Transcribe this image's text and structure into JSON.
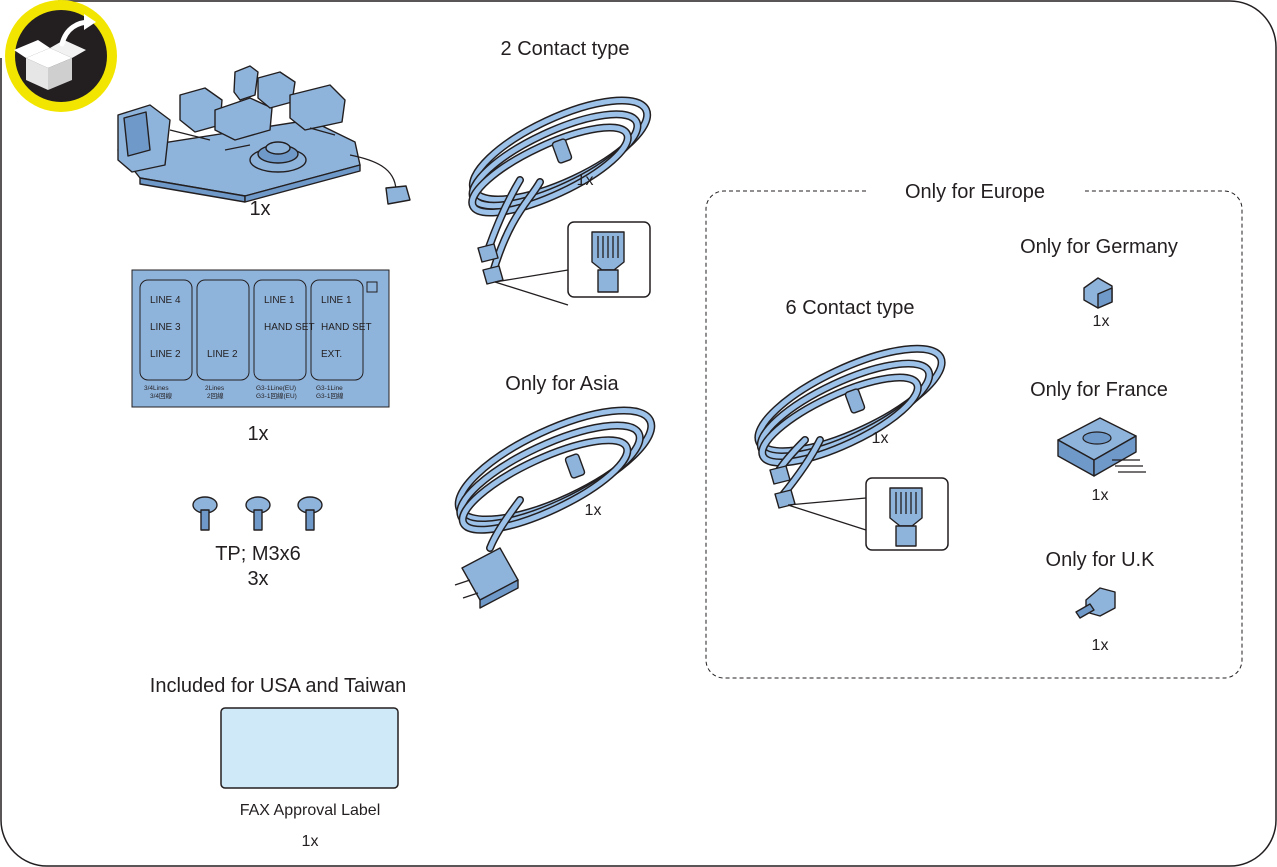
{
  "unpack_icon": "open-box-icon",
  "parts": {
    "fax_board": {
      "qty": "1x"
    },
    "line_label": {
      "qty": "1x",
      "line4": "LINE 4",
      "line3": "LINE 3",
      "line2a": "LINE 2",
      "line2b": "LINE 2",
      "line1a": "LINE 1",
      "line1b": "LINE 1",
      "hand_a": "HAND SET",
      "hand_b": "HAND SET",
      "ext": "EXT.",
      "opt4": "3/4Lines",
      "opt4b": "3/4回線",
      "opt3": "2Lines",
      "opt3b": "2回線",
      "opt2": "G3-1Line(EU)",
      "opt2b": "G3-1回線(EU)",
      "opt1": "G3-1Line",
      "opt1b": "G3-1回線"
    },
    "screws": {
      "spec": "TP; M3x6",
      "qty": "3x"
    },
    "cable_2contact": {
      "title": "2 Contact type",
      "qty": "1x"
    },
    "cable_asia": {
      "title": "Only for Asia",
      "qty": "1x"
    },
    "europe": {
      "title": "Only for Europe",
      "cable_6contact": {
        "title": "6 Contact type",
        "qty": "1x"
      },
      "germany": {
        "title": "Only for Germany",
        "qty": "1x"
      },
      "france": {
        "title": "Only for France",
        "qty": "1x"
      },
      "uk": {
        "title": "Only for U.K",
        "qty": "1x"
      }
    },
    "usa_label": {
      "title": "Included for USA and Taiwan",
      "name": "FAX Approval Label",
      "qty": "1x"
    }
  },
  "colors": {
    "part_fill": "#8fb4dc",
    "label_fill": "#cfe9f8",
    "badge_ring": "#f2e600",
    "outline": "#231f20"
  }
}
